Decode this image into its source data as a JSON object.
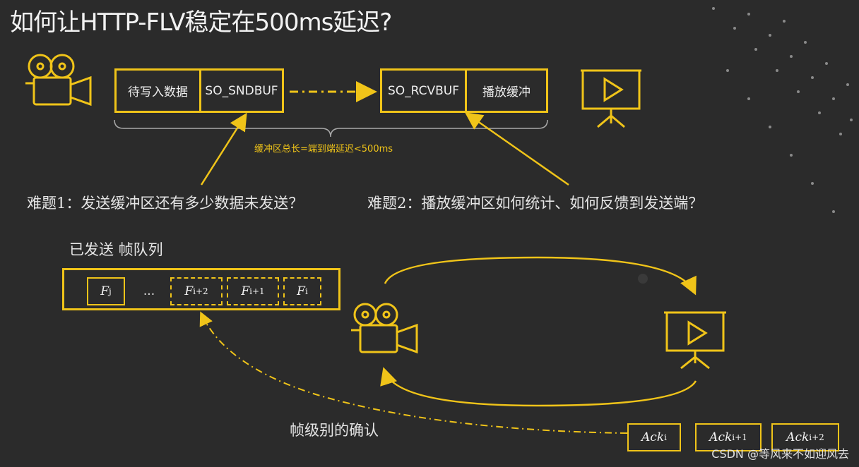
{
  "title": "如何让HTTP-FLV稳定在500ms延迟?",
  "sender_buffer": {
    "pending_label": "待写入数据",
    "sndbuf_label": "SO_SNDBUF"
  },
  "receiver_buffer": {
    "rcvbuf_label": "SO_RCVBUF",
    "playbuf_label": "播放缓冲"
  },
  "brace_caption": "缓冲区总长=端到端延迟<500ms",
  "problem1": "难题1：发送缓冲区还有多少数据未发送？",
  "problem2": "难题2：播放缓冲区如何统计、如何反馈到发送端？",
  "queue_title": "已发送 帧队列",
  "frames": [
    {
      "base": "F",
      "sub": "j"
    },
    {
      "base": "...",
      "sub": ""
    },
    {
      "base": "F",
      "sub": "i+2"
    },
    {
      "base": "F",
      "sub": "i+1"
    },
    {
      "base": "F",
      "sub": "i"
    }
  ],
  "confirm_label": "帧级别的确认",
  "acks": [
    {
      "base": "Ack",
      "sub": "i"
    },
    {
      "base": "Ack",
      "sub": "i+1"
    },
    {
      "base": "Ack",
      "sub": "i+2"
    }
  ],
  "watermark": "CSDN @等风来不如迎风去",
  "colors": {
    "accent": "#f0c419",
    "background": "#2b2b2b"
  },
  "icons": [
    "video-camera-icon",
    "projector-screen-icon"
  ]
}
